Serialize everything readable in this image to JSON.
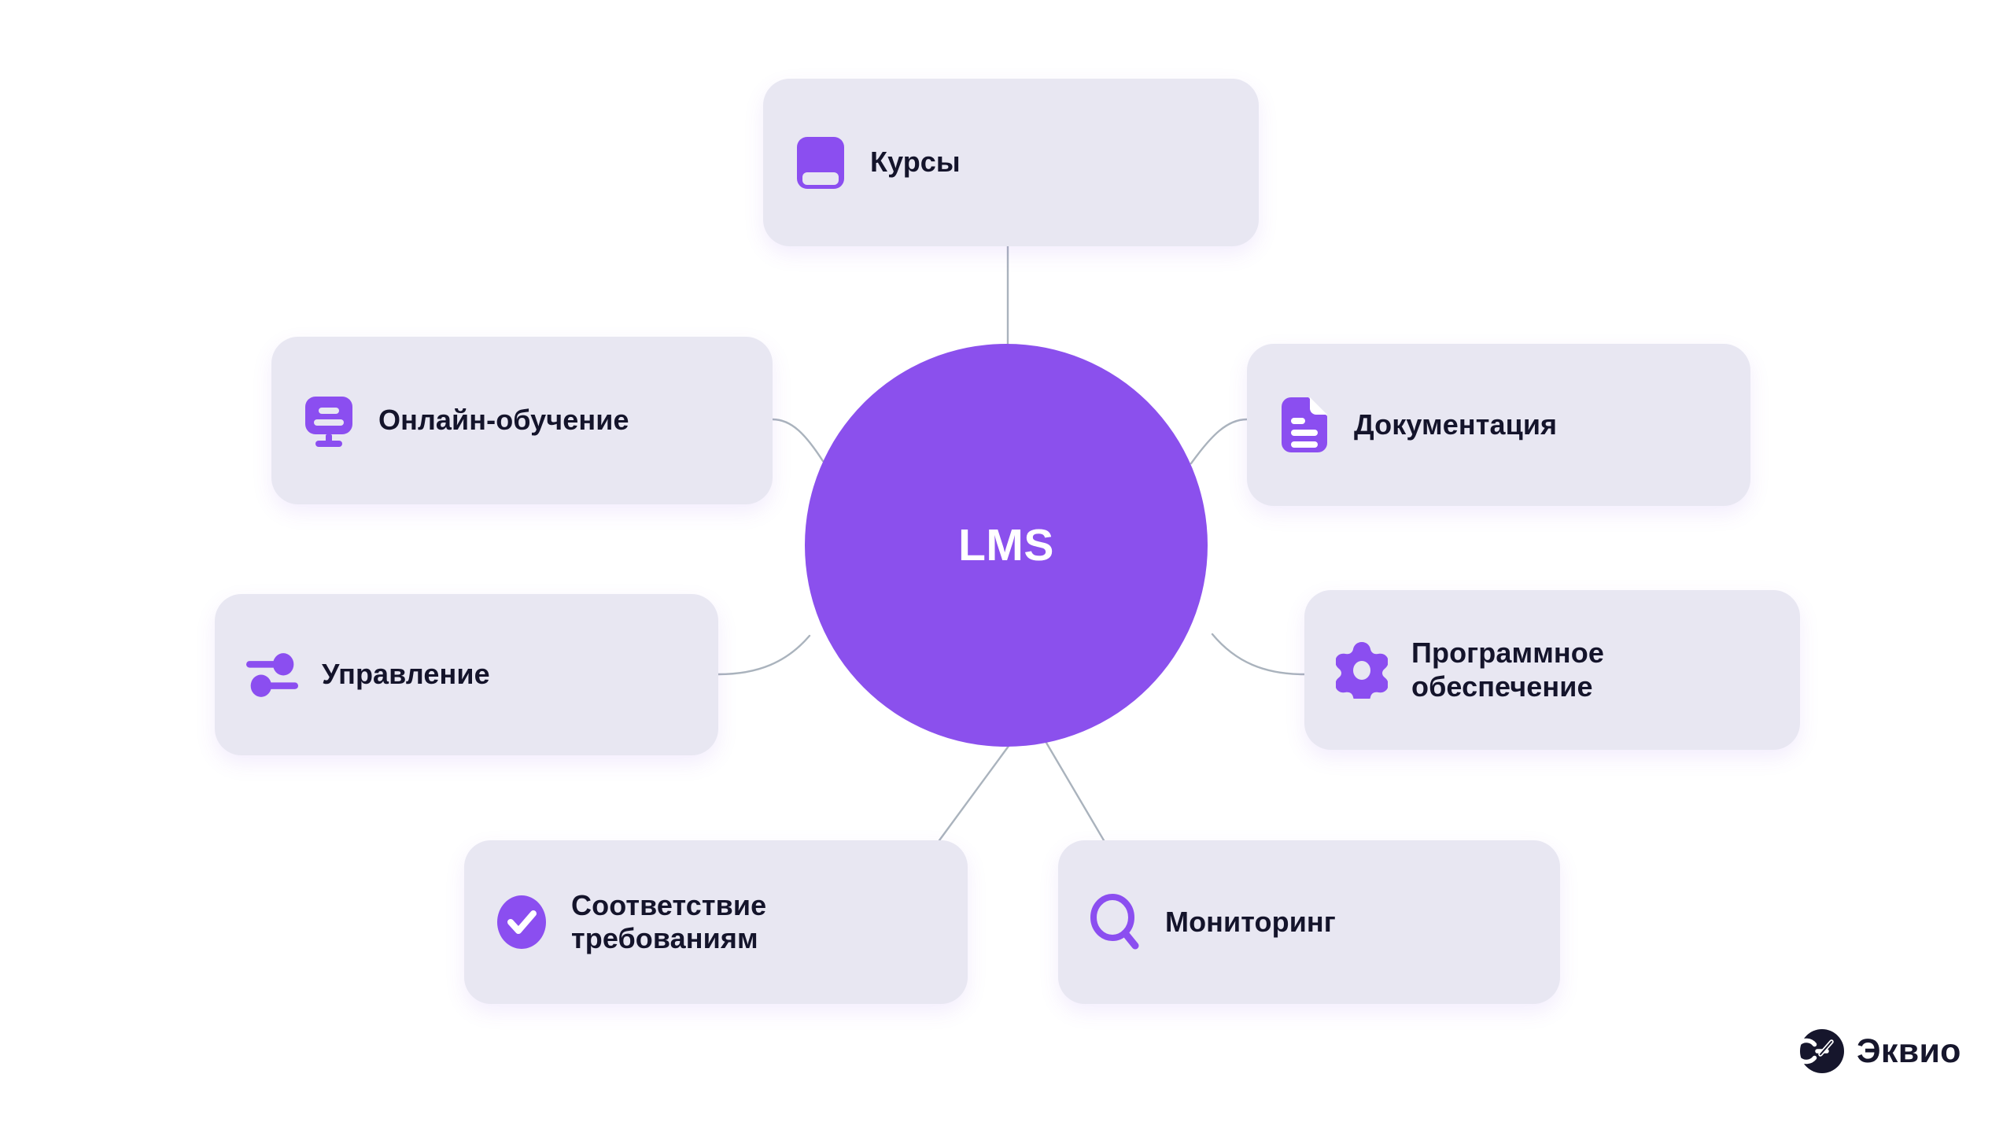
{
  "diagram": {
    "title": "LMS mind map",
    "center": {
      "label": "LMS",
      "color": "#8b50ed",
      "text_color": "#ffffff"
    },
    "card_color": "#e8e7f2",
    "accent_color": "#8b4ef0",
    "text_color": "#14142b",
    "connector_color": "#aab3bd",
    "background": "#ffffff",
    "nodes": [
      {
        "id": "courses",
        "label": "Курсы",
        "icon": "book-icon",
        "position": "top"
      },
      {
        "id": "online",
        "label": "Онлайн-обучение",
        "icon": "monitor-icon",
        "position": "upper-left"
      },
      {
        "id": "docs",
        "label": "Документация",
        "icon": "document-icon",
        "position": "upper-right"
      },
      {
        "id": "management",
        "label": "Управление",
        "icon": "sliders-icon",
        "position": "left"
      },
      {
        "id": "software",
        "label": "Программное\nобеспечение",
        "icon": "gear-icon",
        "position": "right"
      },
      {
        "id": "compliance",
        "label": "Соответствие\nтребованиям",
        "icon": "check-circle-icon",
        "position": "lower-left"
      },
      {
        "id": "monitoring",
        "label": "Мониторинг",
        "icon": "search-icon",
        "position": "lower-right"
      }
    ]
  },
  "brand": {
    "name": "Эквио",
    "mark": "eqvio-logo-icon",
    "mark_color": "#16162c"
  }
}
